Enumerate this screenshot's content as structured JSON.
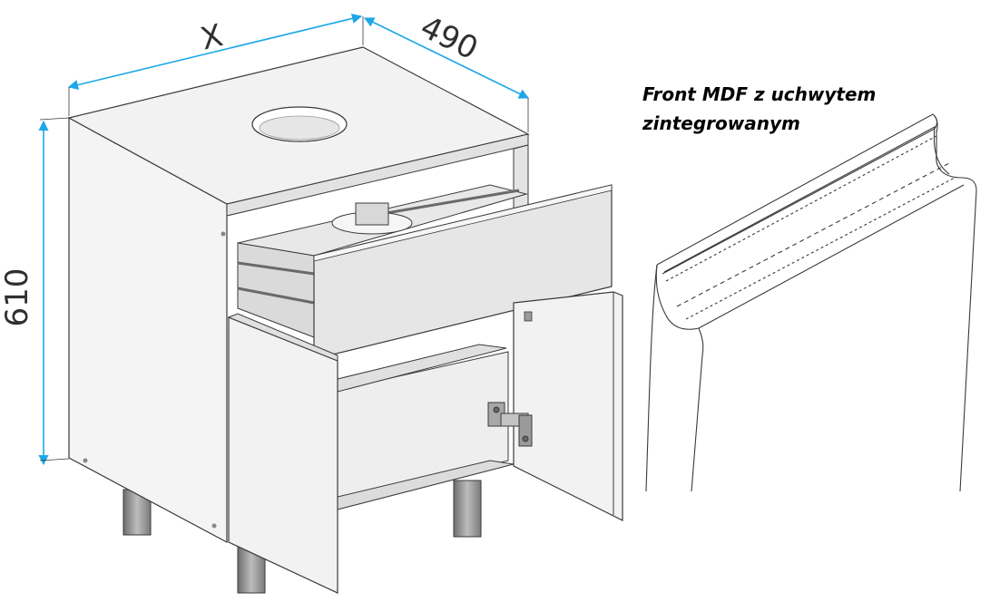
{
  "dimensions": {
    "width_label": "X",
    "depth_label": "490",
    "height_label": "610"
  },
  "caption": {
    "line1": "Front MDF z uchwytem",
    "line2": "zintegrowanym"
  },
  "colors": {
    "dimension_arrow": "#1ea7e8",
    "outline": "#3a3a3a",
    "panel_light": "#f4f4f4",
    "panel_mid": "#e6e6e6",
    "panel_dark": "#d2d2d2",
    "leg": "#8e8e8e"
  }
}
